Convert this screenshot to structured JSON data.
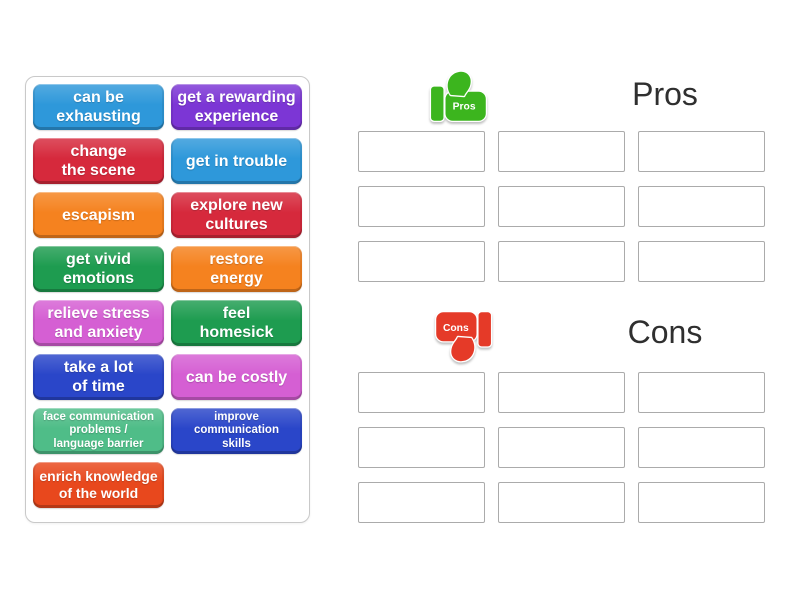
{
  "tile_bank": {
    "tiles": [
      {
        "label": "can be\nexhausting",
        "color": "#2e98da",
        "size": "normal"
      },
      {
        "label": "get a rewarding\nexperience",
        "color": "#7c36d5",
        "size": "normal"
      },
      {
        "label": "change\nthe scene",
        "color": "#d6293c",
        "size": "normal"
      },
      {
        "label": "get in trouble",
        "color": "#2e98da",
        "size": "normal"
      },
      {
        "label": "escapism",
        "color": "#f5821f",
        "size": "normal"
      },
      {
        "label": "explore new\ncultures",
        "color": "#d6293c",
        "size": "normal"
      },
      {
        "label": "get vivid\nemotions",
        "color": "#1e9c50",
        "size": "normal"
      },
      {
        "label": "restore\nenergy",
        "color": "#f5821f",
        "size": "normal"
      },
      {
        "label": "relieve stress\nand anxiety",
        "color": "#d55fd3",
        "size": "normal"
      },
      {
        "label": "feel\nhomesick",
        "color": "#1e9c50",
        "size": "normal"
      },
      {
        "label": "take a lot\nof time",
        "color": "#2a46c9",
        "size": "normal"
      },
      {
        "label": "can be costly",
        "color": "#d55fd3",
        "size": "normal"
      },
      {
        "label": "face communication\nproblems /\nlanguage barrier",
        "color": "#4fbd88",
        "size": "small"
      },
      {
        "label": "improve\ncommunication\nskills",
        "color": "#2a46c9",
        "size": "small"
      },
      {
        "label": "enrich knowledge\nof the world",
        "color": "#e8481d",
        "size": "medium"
      }
    ]
  },
  "groups": [
    {
      "title": "Pros",
      "icon_label": "Pros",
      "icon_color": "#3cb51e",
      "slot_count": 9
    },
    {
      "title": "Cons",
      "icon_label": "Cons",
      "icon_color": "#e53a28",
      "slot_count": 9
    }
  ]
}
